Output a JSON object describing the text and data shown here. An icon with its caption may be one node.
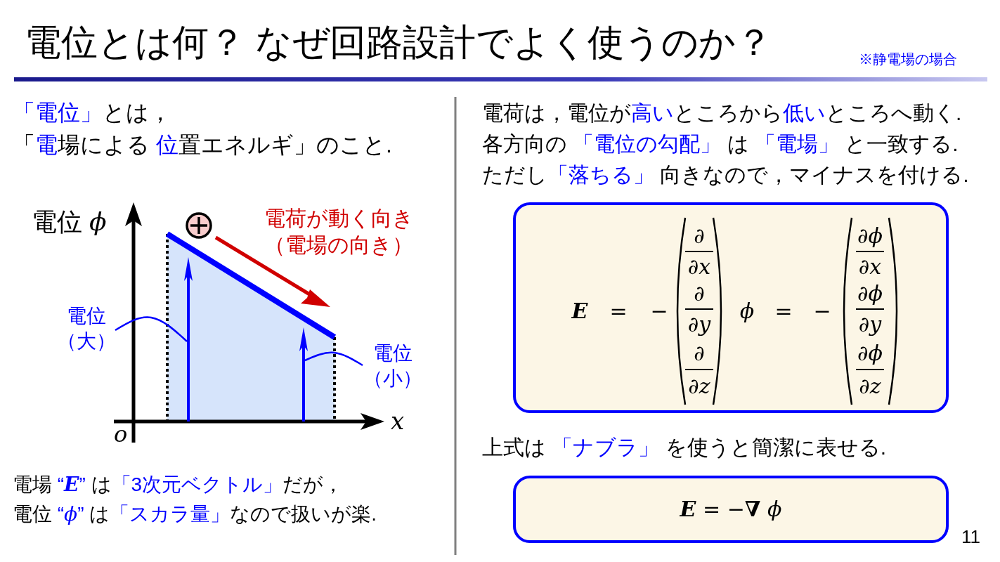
{
  "diagram": {
    "title": "電位とは何？ なぜ回路設計でよく使うのか？",
    "nodes": [
      {
        "text": [
          "E",
          "=",
          "−",
          "∂",
          "∂x",
          "∂",
          "∂y",
          "∂",
          "∂z",
          "ϕ",
          "=",
          "−",
          "∂ϕ",
          "∂x",
          "∂ϕ",
          "∂y",
          "∂ϕ",
          "∂z"
        ]
      },
      {
        "text": [
          "*E* = −**∇** *ϕ*"
        ]
      },
      {
        "text": [
          "電位（大）"
        ]
      },
      {
        "text": [],
        "shape": "arrow"
      },
      {
        "text": [
          "電位（小）"
        ]
      },
      {
        "text": [],
        "shape": "arrow"
      }
    ],
    "edges": [
      {
        "from": 2,
        "to": 3,
        "arrow": "none"
      },
      {
        "from": 4,
        "to": 5,
        "arrow": "none"
      }
    ],
    "labels": [
      "※静電場の場合",
      "**「電位」**とは，",
      "「**電**場による **位**置エネルギ」のこと.",
      "電位 *ϕ*",
      "電荷が動く向き（電場の向き）",
      "o",
      "x",
      "電場 **“*E*”** は**「3次元ベクトル」**だが，",
      "電位 **“*ϕ*”** は**「スカラ量」**なので扱いが楽.",
      "電荷は，電位が**高い**ところから**低い**ところへ動く.",
      "各方向の **「電位の勾配」** は **「電場」** と一致する.",
      "ただし**「落ちる」** 向きなので，マイナスを付ける.",
      "上式は **「ナブラ」** を使うと簡潔に表せる.",
      "11"
    ]
  }
}
